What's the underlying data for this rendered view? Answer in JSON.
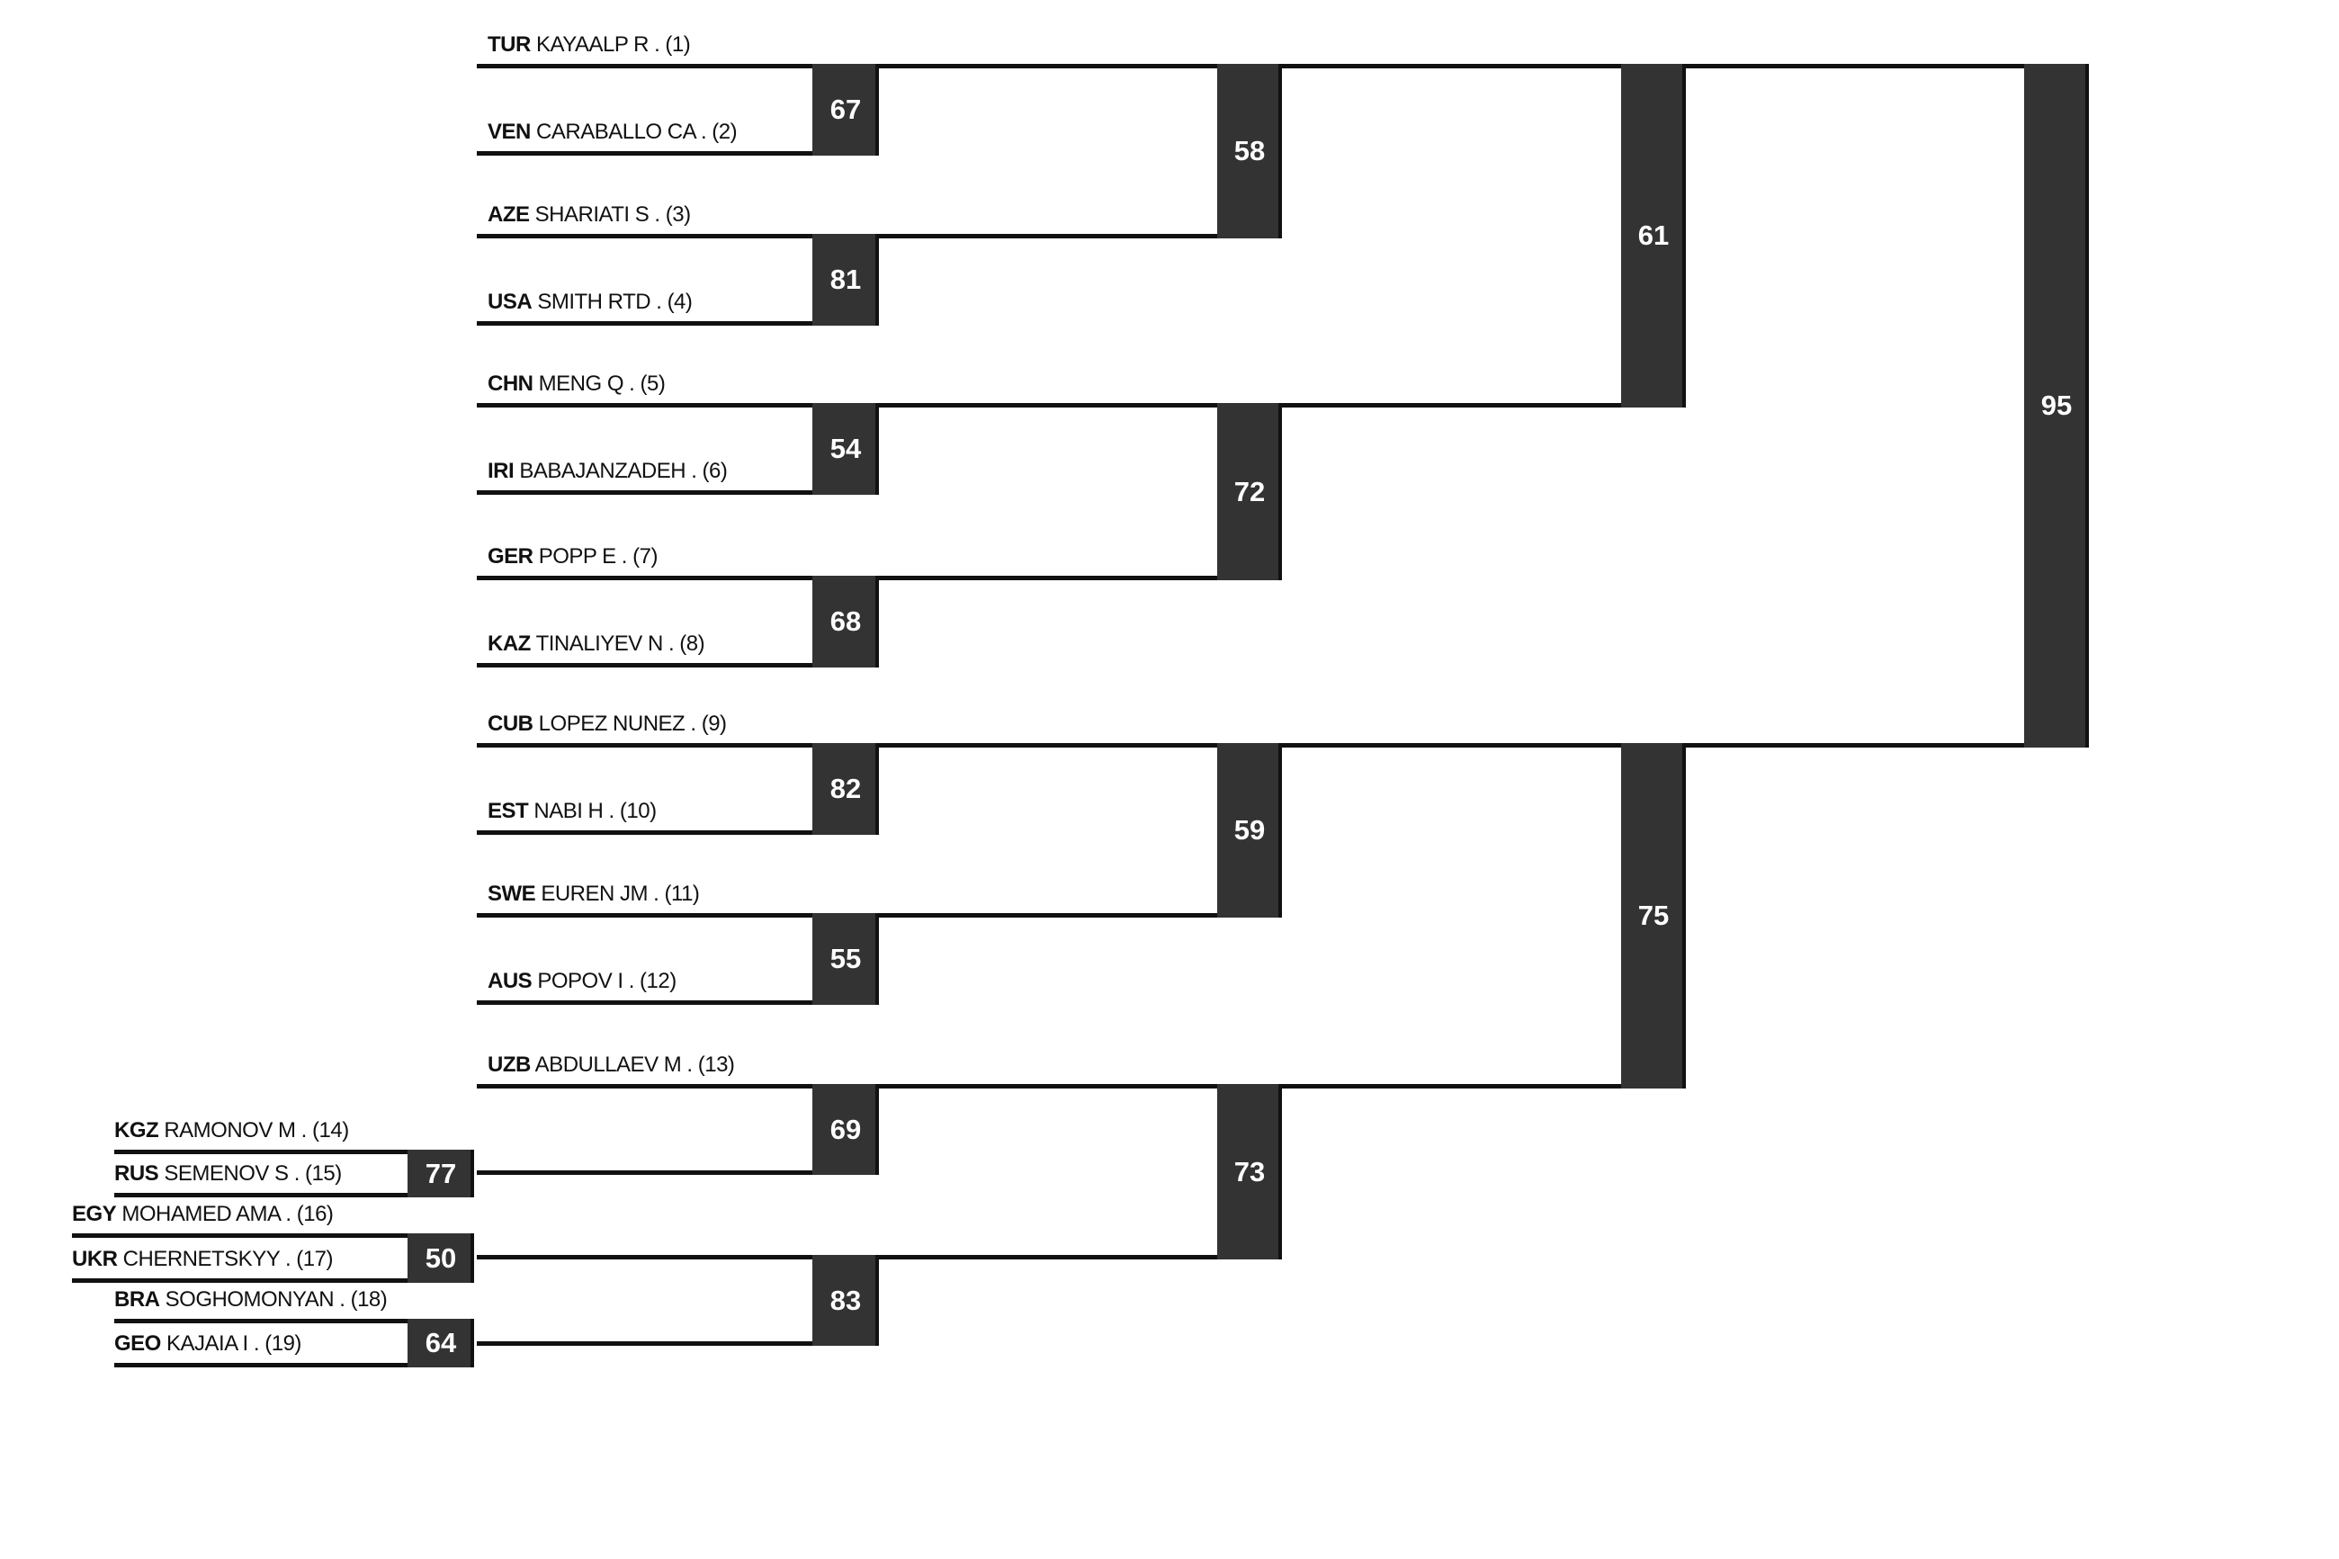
{
  "players": [
    {
      "country": "TUR",
      "name": "KAYAALP R . (1)"
    },
    {
      "country": "VEN",
      "name": "CARABALLO CA . (2)"
    },
    {
      "country": "AZE",
      "name": "SHARIATI S . (3)"
    },
    {
      "country": "USA",
      "name": "SMITH RTD . (4)"
    },
    {
      "country": "CHN",
      "name": "MENG Q . (5)"
    },
    {
      "country": "IRI",
      "name": "BABAJANZADEH . (6)"
    },
    {
      "country": "GER",
      "name": "POPP E . (7)"
    },
    {
      "country": "KAZ",
      "name": "TINALIYEV N . (8)"
    },
    {
      "country": "CUB",
      "name": "LOPEZ NUNEZ . (9)"
    },
    {
      "country": "EST",
      "name": "NABI H . (10)"
    },
    {
      "country": "SWE",
      "name": "EUREN JM . (11)"
    },
    {
      "country": "AUS",
      "name": "POPOV I . (12)"
    },
    {
      "country": "UZB",
      "name": "ABDULLAEV M . (13)"
    },
    {
      "country": "KGZ",
      "name": "RAMONOV M . (14)"
    },
    {
      "country": "RUS",
      "name": "SEMENOV S . (15)"
    },
    {
      "country": "EGY",
      "name": "MOHAMED AMA . (16)"
    },
    {
      "country": "UKR",
      "name": "CHERNETSKYY . (17)"
    },
    {
      "country": "BRA",
      "name": "SOGHOMONYAN . (18)"
    },
    {
      "country": "GEO",
      "name": "KAJAIA I . (19)"
    }
  ],
  "bouts": {
    "qualifiers": [
      "77",
      "50",
      "64"
    ],
    "round1": [
      "67",
      "81",
      "54",
      "68",
      "82",
      "55",
      "69",
      "83"
    ],
    "round2": [
      "58",
      "72",
      "59",
      "73"
    ],
    "semifinal": [
      "61",
      "75"
    ],
    "final": "95"
  }
}
